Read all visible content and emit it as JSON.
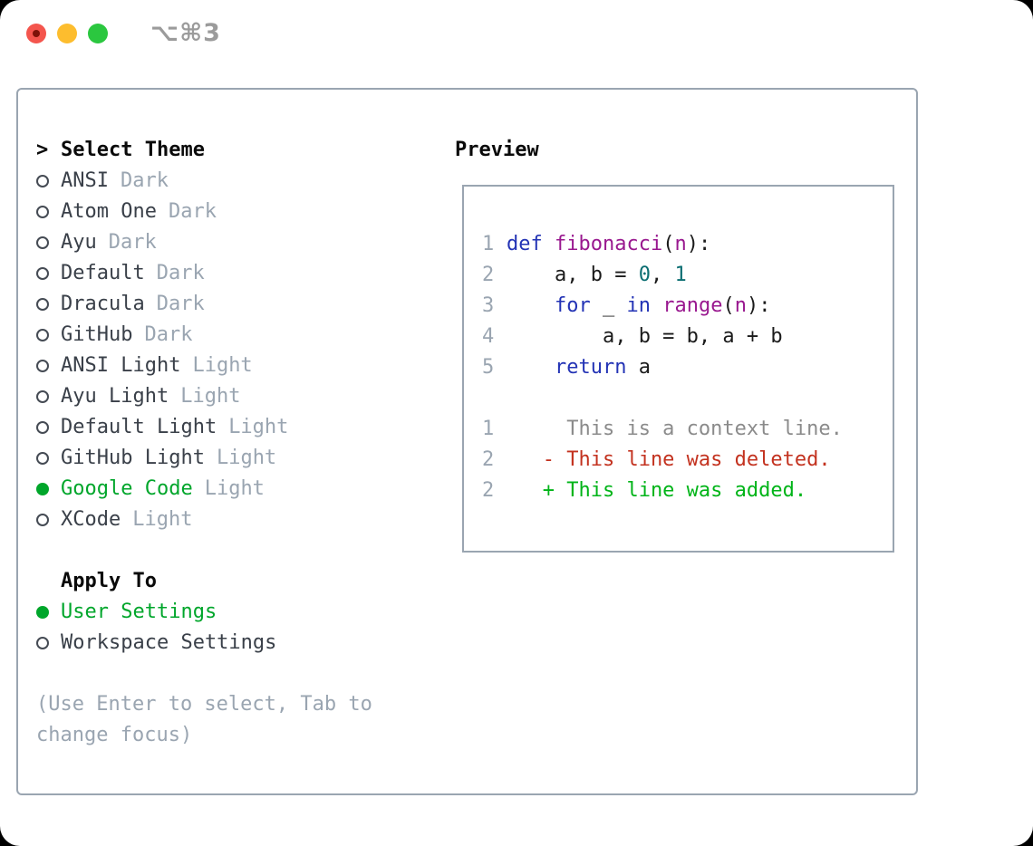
{
  "window": {
    "titlebar_text": "⌥⌘3"
  },
  "panel": {
    "theme_list": {
      "header_prefix": ">",
      "header": "Select Theme",
      "items": [
        {
          "name": "ANSI",
          "variant": "Dark",
          "selected": false
        },
        {
          "name": "Atom One",
          "variant": "Dark",
          "selected": false
        },
        {
          "name": "Ayu",
          "variant": "Dark",
          "selected": false
        },
        {
          "name": "Default",
          "variant": "Dark",
          "selected": false
        },
        {
          "name": "Dracula",
          "variant": "Dark",
          "selected": false
        },
        {
          "name": "GitHub",
          "variant": "Dark",
          "selected": false
        },
        {
          "name": "ANSI Light",
          "variant": "Light",
          "selected": false
        },
        {
          "name": "Ayu Light",
          "variant": "Light",
          "selected": false
        },
        {
          "name": "Default Light",
          "variant": "Light",
          "selected": false
        },
        {
          "name": "GitHub Light",
          "variant": "Light",
          "selected": false
        },
        {
          "name": "Google Code",
          "variant": "Light",
          "selected": true
        },
        {
          "name": "XCode",
          "variant": "Light",
          "selected": false
        }
      ]
    },
    "apply_to": {
      "header": "Apply To",
      "items": [
        {
          "name": "User Settings",
          "selected": true
        },
        {
          "name": "Workspace Settings",
          "selected": false
        }
      ]
    },
    "help_text": "(Use Enter to select, Tab to change focus)",
    "preview": {
      "title": "Preview",
      "code_lines": [
        {
          "num": "1",
          "tokens": [
            [
              "kw",
              "def"
            ],
            [
              "pl",
              " "
            ],
            [
              "fn",
              "fibonacci"
            ],
            [
              "pl",
              "("
            ],
            [
              "fn",
              "n"
            ],
            [
              "pl",
              "):"
            ]
          ]
        },
        {
          "num": "2",
          "tokens": [
            [
              "pl",
              "    a, b = "
            ],
            [
              "num",
              "0"
            ],
            [
              "pl",
              ", "
            ],
            [
              "num",
              "1"
            ]
          ]
        },
        {
          "num": "3",
          "tokens": [
            [
              "pl",
              "    "
            ],
            [
              "kw",
              "for"
            ],
            [
              "pl",
              " _ "
            ],
            [
              "kw",
              "in"
            ],
            [
              "pl",
              " "
            ],
            [
              "fn",
              "range"
            ],
            [
              "pl",
              "("
            ],
            [
              "fn",
              "n"
            ],
            [
              "pl",
              "):"
            ]
          ]
        },
        {
          "num": "4",
          "tokens": [
            [
              "pl",
              "        a, b = b, a + b"
            ]
          ]
        },
        {
          "num": "5",
          "tokens": [
            [
              "pl",
              "    "
            ],
            [
              "kw",
              "return"
            ],
            [
              "pl",
              " a"
            ]
          ]
        }
      ],
      "diff_lines": [
        {
          "num": "1",
          "kind": "ctx",
          "text": "     This is a context line."
        },
        {
          "num": "2",
          "kind": "del",
          "text": "   - This line was deleted."
        },
        {
          "num": "2",
          "kind": "add",
          "text": "   + This line was added."
        }
      ]
    }
  },
  "colors": {
    "selected_green": "#00a62b",
    "keyword_blue": "#2333b5",
    "function_purple": "#99188f",
    "number_teal": "#0b6e72",
    "diff_context_gray": "#8b8b8b",
    "diff_deleted_red": "#c3321f",
    "diff_added_green": "#00b418",
    "muted_gray": "#9aa5b1"
  }
}
